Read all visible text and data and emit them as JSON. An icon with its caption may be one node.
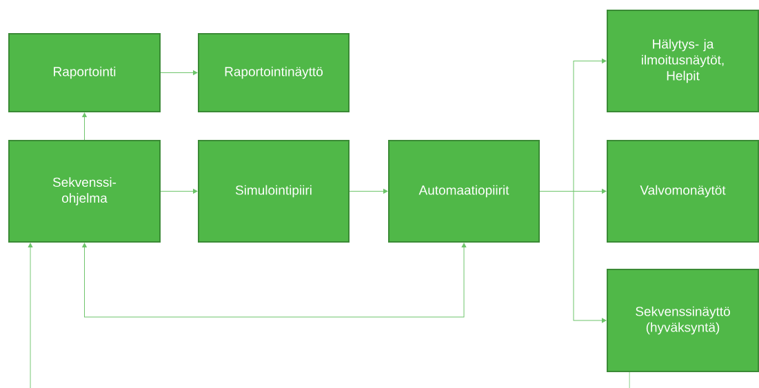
{
  "diagram": {
    "nodes": [
      {
        "text": [
          "Raportointi"
        ]
      },
      {
        "text": [
          "Raportointinäyttö"
        ]
      },
      {
        "text": [
          "Hälytys- ja ilmoitusnäytöt, Helpit"
        ]
      },
      {
        "text": [
          "Sekvenssi- ohjelma"
        ]
      },
      {
        "text": [
          "Simulointipiiri"
        ]
      },
      {
        "text": [
          "Automaatiopiirit"
        ]
      },
      {
        "text": [
          "Valvomonäytöt"
        ]
      },
      {
        "text": [
          "Sekvenssinäyttö (hyväksyntä)"
        ]
      }
    ],
    "edges": [
      {
        "from": 0,
        "to": 1,
        "arrow": "to"
      },
      {
        "from": 3,
        "to": 0,
        "arrow": "to"
      },
      {
        "from": 3,
        "to": 4,
        "arrow": "to"
      },
      {
        "from": 4,
        "to": 5,
        "arrow": "to"
      },
      {
        "from": 5,
        "to": 2,
        "arrow": "to"
      },
      {
        "from": 5,
        "to": 6,
        "arrow": "to"
      },
      {
        "from": 5,
        "to": 7,
        "arrow": "to"
      },
      {
        "from": 5,
        "to": 3,
        "arrow": "both"
      },
      {
        "from": null,
        "to": 3,
        "arrow": "to"
      },
      {
        "from": 7,
        "to": null,
        "arrow": "none"
      }
    ]
  }
}
